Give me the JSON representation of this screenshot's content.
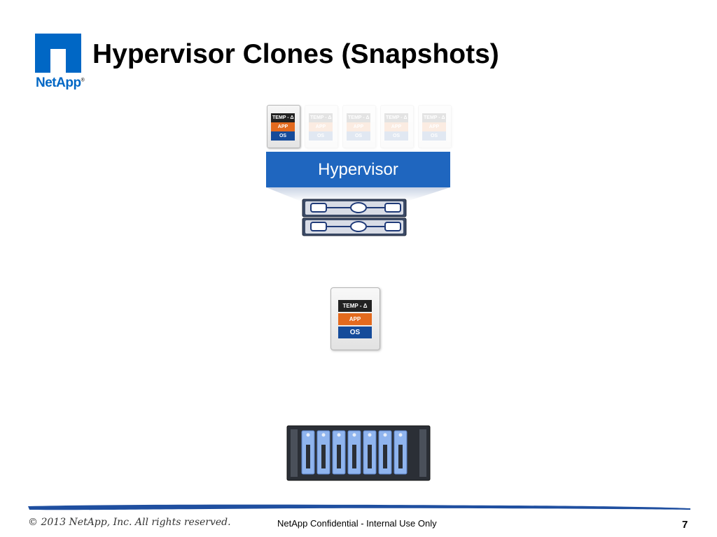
{
  "header": {
    "logo_text": "NetApp",
    "logo_reg": "®",
    "title": "Hypervisor Clones (Snapshots)"
  },
  "diagram": {
    "vm_stack": [
      "TEMP - Δ",
      "APP",
      "OS"
    ],
    "hypervisor_label": "Hypervisor"
  },
  "footer": {
    "copyright": "© 2013 NetApp, Inc. All rights reserved.",
    "confidential": "NetApp Confidential - Internal Use Only",
    "page_number": "7"
  },
  "colors": {
    "netapp_blue": "#0067C5",
    "hypervisor_blue": "#1F66BF",
    "app_orange": "#E36A1E",
    "os_blue": "#154B9A",
    "temp_black": "#222222"
  }
}
